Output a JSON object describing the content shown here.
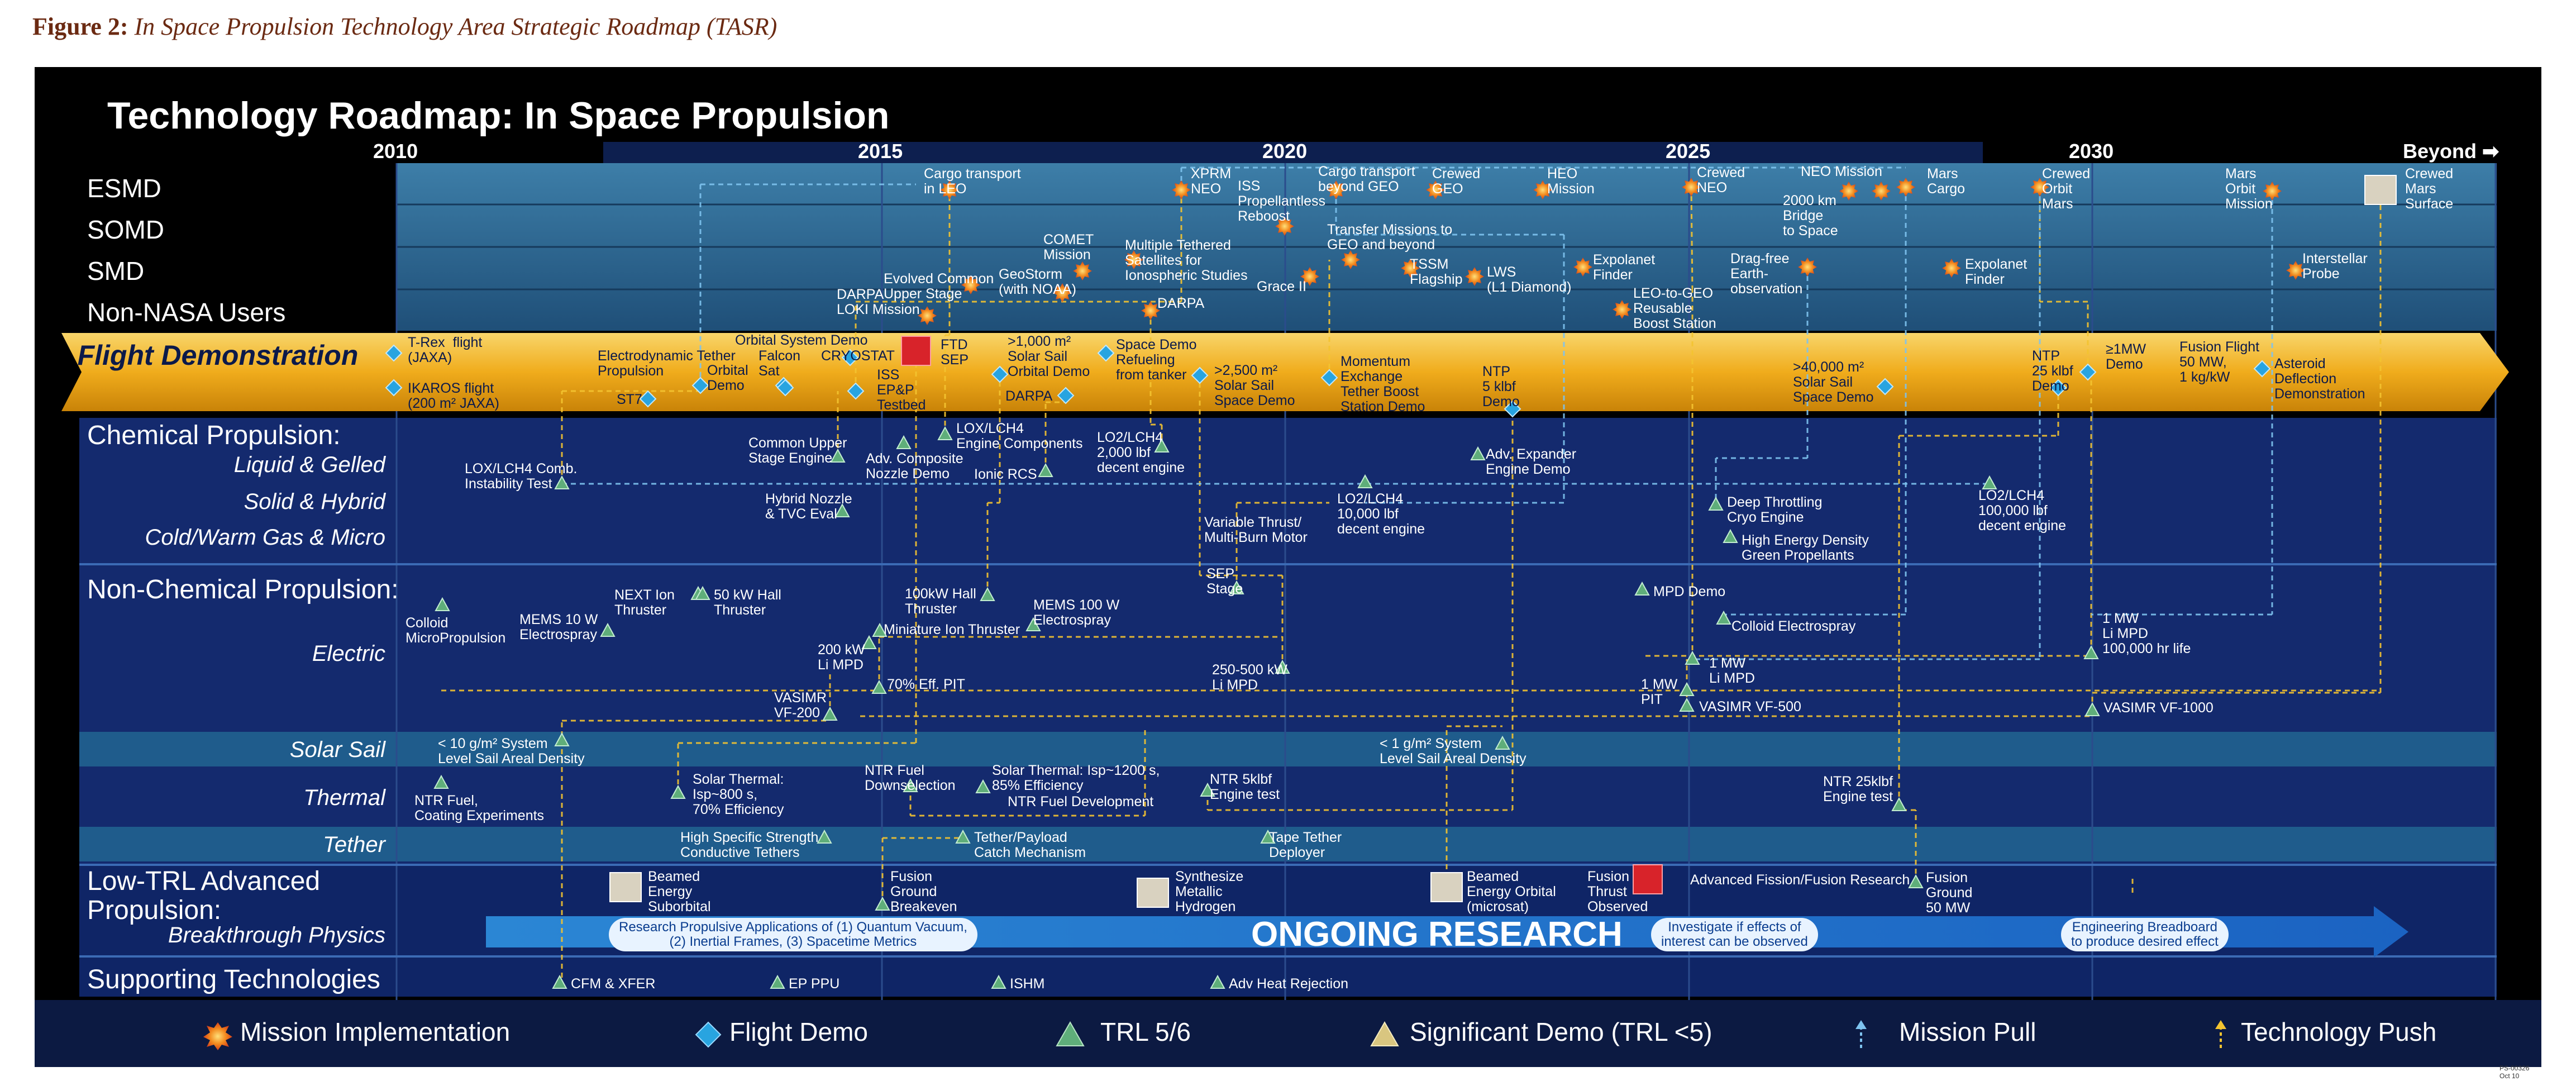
{
  "caption": {
    "prefix": "Figure 2:",
    "text": "In Space Propulsion Technology Area Strategic Roadmap (TASR)"
  },
  "title": "Technology Roadmap:  In Space Propulsion",
  "years": [
    "2010",
    "2015",
    "2020",
    "2025",
    "2030",
    "Beyond"
  ],
  "stakeholders": [
    "ESMD",
    "SOMD",
    "SMD",
    "Non-NASA Users"
  ],
  "flight_demo_label": "Flight Demonstration",
  "categories": {
    "chemical": "Chemical Propulsion:",
    "liquid": "Liquid  & Gelled",
    "solid": "Solid & Hybrid",
    "cold": "Cold/Warm Gas & Micro",
    "nonchem": "Non-Chemical Propulsion:",
    "electric": "Electric",
    "solar_sail": "Solar Sail",
    "thermal": "Thermal",
    "tether": "Tether",
    "lowtrl": "Low-TRL Advanced Propulsion:",
    "breakthrough": "Breakthrough Physics",
    "supporting": "Supporting Technologies"
  },
  "events": [
    {
      "id": "m1",
      "text": "Cargo transport\nin LEO"
    },
    {
      "id": "m2",
      "text": "XPRM\nNEO"
    },
    {
      "id": "m3",
      "text": "ISS\nPropellantless\nReboost"
    },
    {
      "id": "m4",
      "text": "Cargo transport\nbeyond GEO"
    },
    {
      "id": "m5",
      "text": "Crewed\nGEO"
    },
    {
      "id": "m6",
      "text": "HEO\nMission"
    },
    {
      "id": "m7",
      "text": "Crewed\nNEO"
    },
    {
      "id": "m8",
      "text": "NEO Mission"
    },
    {
      "id": "m9",
      "text": "2000 km\nBridge\nto Space"
    },
    {
      "id": "m10",
      "text": "Mars\nCargo"
    },
    {
      "id": "m11",
      "text": "Crewed\nOrbit\nMars"
    },
    {
      "id": "m12",
      "text": "Mars\nOrbit\nMission"
    },
    {
      "id": "m13",
      "text": "Crewed\nMars\nSurface"
    },
    {
      "id": "m14",
      "text": "Transfer Missions to\nGEO and beyond"
    },
    {
      "id": "m15",
      "text": "COMET\nMission"
    },
    {
      "id": "m16",
      "text": "Multiple Tethered\nSatellites for\nIonospheric Studies"
    },
    {
      "id": "m17",
      "text": "TSSM\nFlagship"
    },
    {
      "id": "m18",
      "text": "Grace II"
    },
    {
      "id": "m19",
      "text": "LWS\n(L1 Diamond)"
    },
    {
      "id": "m20",
      "text": "Expolanet\nFinder"
    },
    {
      "id": "m21",
      "text": "Drag-free\nEarth-\nobservation"
    },
    {
      "id": "m22",
      "text": "Expolanet\nFinder"
    },
    {
      "id": "m23",
      "text": "Interstellar\nProbe"
    },
    {
      "id": "m24",
      "text": "Evolved Common\nUpper Stage"
    },
    {
      "id": "m25",
      "text": "GeoStorm\n(with NOAA)"
    },
    {
      "id": "m26",
      "text": "DARPA\nLOKI Mission"
    },
    {
      "id": "m27",
      "text": "DARPA"
    },
    {
      "id": "m28",
      "text": "LEO-to-GEO\nReusable\nBoost Station"
    },
    {
      "id": "f1",
      "text": "T-Rex  flight\n(JAXA)"
    },
    {
      "id": "f2",
      "text": "IKAROS flight\n(200 m² JAXA)"
    },
    {
      "id": "f3",
      "text": "Electrodynamic Tether\nPropulsion"
    },
    {
      "id": "f4",
      "text": "ST7"
    },
    {
      "id": "f5",
      "text": "Orbital System Demo"
    },
    {
      "id": "f6",
      "text": "Falcon\nSat"
    },
    {
      "id": "f7",
      "text": "CRYOSTAT"
    },
    {
      "id": "f8",
      "text": "Orbital\nDemo"
    },
    {
      "id": "f9",
      "text": "ISS\nEP&P\nTestbed"
    },
    {
      "id": "f10",
      "text": "FTD\nSEP"
    },
    {
      "id": "f11",
      "text": ">1,000 m²\nSolar Sail\nOrbital Demo"
    },
    {
      "id": "f12",
      "text": "DARPA"
    },
    {
      "id": "f13",
      "text": "Space Demo\nRefueling\nfrom tanker"
    },
    {
      "id": "f14",
      "text": ">2,500 m²\nSolar Sail\nSpace Demo"
    },
    {
      "id": "f15",
      "text": "Momentum\nExchange\nTether Boost\nStation Demo"
    },
    {
      "id": "f16",
      "text": "NTP\n5 klbf\nDemo"
    },
    {
      "id": "f17",
      "text": ">40,000 m²\nSolar Sail\nSpace Demo"
    },
    {
      "id": "f18",
      "text": "NTP\n25 klbf\nDemo"
    },
    {
      "id": "f19",
      "text": "≥1MW\nDemo"
    },
    {
      "id": "f20",
      "text": "Fusion Flight\n50 MW,\n1 kg/kW"
    },
    {
      "id": "f21",
      "text": "Asteroid\nDeflection\nDemonstration"
    },
    {
      "id": "c1",
      "text": "LOX/LCH4 Comb.\nInstability Test"
    },
    {
      "id": "c2",
      "text": "Common Upper\nStage Engine"
    },
    {
      "id": "c3",
      "text": "LOX/LCH4\nEngine Components"
    },
    {
      "id": "c4",
      "text": "Adv. Composite\nNozzle Demo"
    },
    {
      "id": "c5",
      "text": "Ionic RCS"
    },
    {
      "id": "c6",
      "text": "LO2/LCH4\n2,000 lbf\ndecent engine"
    },
    {
      "id": "c7",
      "text": "Hybrid Nozzle\n& TVC Eval"
    },
    {
      "id": "c8",
      "text": "Adv. Expander\nEngine Demo"
    },
    {
      "id": "c9",
      "text": "LO2/LCH4\n10,000 lbf\ndecent engine"
    },
    {
      "id": "c10",
      "text": "Variable Thrust/\nMulti-Burn Motor"
    },
    {
      "id": "c11",
      "text": "Deep Throttling\nCryo Engine"
    },
    {
      "id": "c12",
      "text": "LO2/LCH4\n100,000 lbf\ndecent engine"
    },
    {
      "id": "c13",
      "text": "High Energy Density\nGreen Propellants"
    },
    {
      "id": "e1",
      "text": "Colloid\nMicroPropulsion"
    },
    {
      "id": "e2",
      "text": "MEMS 10 W\nElectrospray"
    },
    {
      "id": "e3",
      "text": "NEXT Ion\nThruster"
    },
    {
      "id": "e4",
      "text": "50 kW Hall\nThruster"
    },
    {
      "id": "e5",
      "text": "100kW Hall\nThruster"
    },
    {
      "id": "e6",
      "text": "MEMS 100 W\nElectrospray"
    },
    {
      "id": "e7",
      "text": "Miniature Ion Thruster"
    },
    {
      "id": "e8",
      "text": "200 kW\nLi MPD"
    },
    {
      "id": "e9",
      "text": "70% Eff. PIT"
    },
    {
      "id": "e10",
      "text": "VASIMR\nVF-200"
    },
    {
      "id": "e11",
      "text": "SEP\nStage"
    },
    {
      "id": "e12",
      "text": "250-500 kW\nLi MPD"
    },
    {
      "id": "e13",
      "text": "MPD Demo"
    },
    {
      "id": "e14",
      "text": "Colloid Electrospray"
    },
    {
      "id": "e15",
      "text": "1 MW\nLi MPD"
    },
    {
      "id": "e16",
      "text": "1 MW\nPIT"
    },
    {
      "id": "e17",
      "text": "VASIMR VF-500"
    },
    {
      "id": "e18",
      "text": "1 MW\nLi MPD\n100,000 hr life"
    },
    {
      "id": "e19",
      "text": "VASIMR VF-1000"
    },
    {
      "id": "s1",
      "text": "< 10 g/m² System\nLevel Sail Areal Density"
    },
    {
      "id": "s2",
      "text": "< 1 g/m² System\nLevel Sail Areal Density"
    },
    {
      "id": "t1",
      "text": "NTR Fuel,\nCoating Experiments"
    },
    {
      "id": "t2",
      "text": "Solar Thermal:\nIsp~800 s,\n70% Efficiency"
    },
    {
      "id": "t3",
      "text": "NTR Fuel\nDownselection"
    },
    {
      "id": "t4",
      "text": "Solar Thermal: Isp~1200 s,\n85% Efficiency"
    },
    {
      "id": "t5",
      "text": "NTR Fuel Development"
    },
    {
      "id": "t6",
      "text": "NTR 5klbf\nEngine test"
    },
    {
      "id": "t7",
      "text": "NTR 25klbf\nEngine test"
    },
    {
      "id": "te1",
      "text": "High Specific Strength\nConductive Tethers"
    },
    {
      "id": "te2",
      "text": "Tether/Payload\nCatch Mechanism"
    },
    {
      "id": "te3",
      "text": "Tape Tether\nDeployer"
    },
    {
      "id": "l1",
      "text": "Beamed\nEnergy\nSuborbital"
    },
    {
      "id": "l2",
      "text": "Fusion\nGround\nBreakeven"
    },
    {
      "id": "l3",
      "text": "Synthesize\nMetallic\nHydrogen"
    },
    {
      "id": "l4",
      "text": "Beamed\nEnergy Orbital\n(microsat)"
    },
    {
      "id": "l5",
      "text": "Fusion\nThrust\nObserved"
    },
    {
      "id": "l6",
      "text": "Advanced Fission/Fusion Research"
    },
    {
      "id": "l7",
      "text": "Fusion\nGround\n50 MW"
    },
    {
      "id": "st1",
      "text": "CFM & XFER"
    },
    {
      "id": "st2",
      "text": "EP PPU"
    },
    {
      "id": "st3",
      "text": "ISHM"
    },
    {
      "id": "st4",
      "text": "Adv Heat Rejection"
    }
  ],
  "research_clouds": [
    "Research Propulsive Applications of (1) Quantum Vacuum,\n(2) Inertial Frames, (3) Spacetime Metrics",
    "Investigate if effects of\ninterest can be observed",
    "Engineering Breadboard\nto produce desired effect"
  ],
  "ongoing_research": "ONGOING RESEARCH",
  "legend": [
    "Mission Implementation",
    "Flight Demo",
    "TRL 5/6",
    "Significant Demo (TRL <5)",
    "Mission Pull",
    "Technology Push"
  ],
  "footnote": "PS-00326\nOct 10",
  "colors": {
    "band": "#f0b323",
    "navy": "#142a6e",
    "teal": "#2f6d96",
    "mission": "#f06b1c",
    "demo": "#28a4e0",
    "trl": "#5fae7a",
    "pull": "#7ec3ef",
    "push": "#f4c430"
  }
}
